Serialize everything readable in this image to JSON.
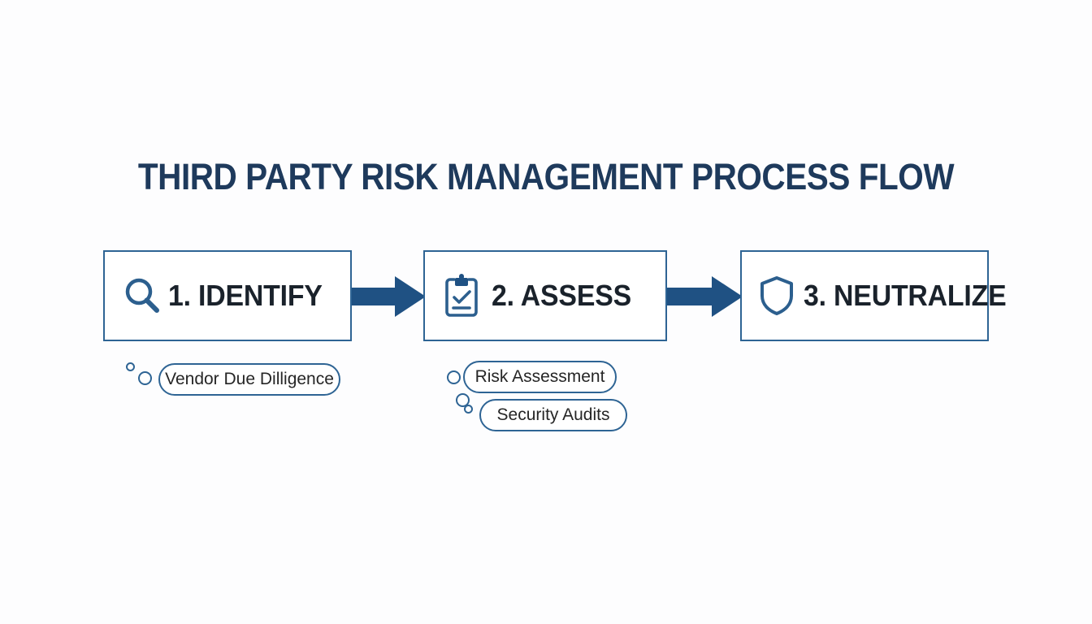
{
  "page": {
    "title": "THIRD PARTY RISK MANAGEMENT PROCESS FLOW",
    "background_color": "#fdfdfe"
  },
  "colors": {
    "title_navy": "#1e3a5c",
    "box_border_blue": "#2e6494",
    "arrow_blue": "#1f5183",
    "icon_blue": "#2c5f8e",
    "step_label_dark": "#1a222b",
    "pill_text": "#262626"
  },
  "flow": {
    "steps": [
      {
        "number": "1.",
        "label": "1. IDENTIFY",
        "icon": "magnifier-icon",
        "items": [
          {
            "label": "Vendor Due Dilligence"
          }
        ]
      },
      {
        "number": "2.",
        "label": "2. ASSESS",
        "icon": "clipboard-check-icon",
        "items": [
          {
            "label": "Risk Assessment"
          },
          {
            "label": "Security Audits"
          }
        ]
      },
      {
        "number": "3.",
        "label": "3. NEUTRALIZE",
        "icon": "shield-icon",
        "items": []
      }
    ],
    "connectors": [
      {
        "name": "arrow-1",
        "icon": "right-arrow-icon",
        "from": "1. IDENTIFY",
        "to": "2. ASSESS"
      },
      {
        "name": "arrow-2",
        "icon": "right-arrow-icon",
        "from": "2. ASSESS",
        "to": "3. NEUTRALIZE"
      }
    ]
  }
}
